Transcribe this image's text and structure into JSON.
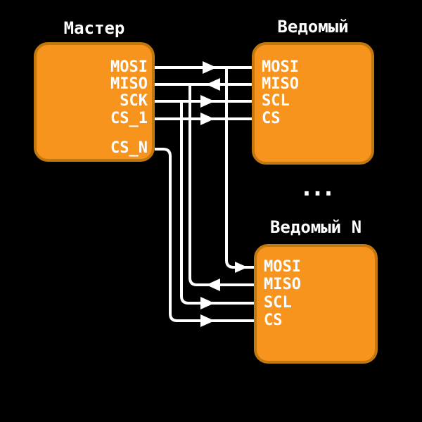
{
  "diagram": {
    "background": "#000000",
    "wire_color": "#ffffff",
    "box_fill": "#f7941e",
    "box_border": "#c1790f",
    "label_color": "#ffffff",
    "ellipsis": "...",
    "master": {
      "title": "Мастер",
      "pins": [
        "MOSI",
        "MISO",
        "SCK",
        "CS_1",
        "CS_N"
      ]
    },
    "slave1": {
      "title": "Ведомый",
      "pins": [
        "MOSI",
        "MISO",
        "SCL",
        "CS"
      ]
    },
    "slaveN": {
      "title": "Ведомый N",
      "pins": [
        "MOSI",
        "MISO",
        "SCL",
        "CS"
      ]
    },
    "connections": [
      {
        "signal": "MOSI",
        "from": "Мастер",
        "to": "Ведомый / Ведомый N",
        "direction": "right"
      },
      {
        "signal": "MISO",
        "from": "Ведомый / Ведомый N",
        "to": "Мастер",
        "direction": "left"
      },
      {
        "signal": "SCK-SCL",
        "from": "Мастер",
        "to": "Ведомый / Ведомый N",
        "direction": "right"
      },
      {
        "signal": "CS_1",
        "from": "Мастер",
        "to": "Ведомый",
        "direction": "right"
      },
      {
        "signal": "CS_N",
        "from": "Мастер",
        "to": "Ведомый N",
        "direction": "right"
      }
    ]
  }
}
